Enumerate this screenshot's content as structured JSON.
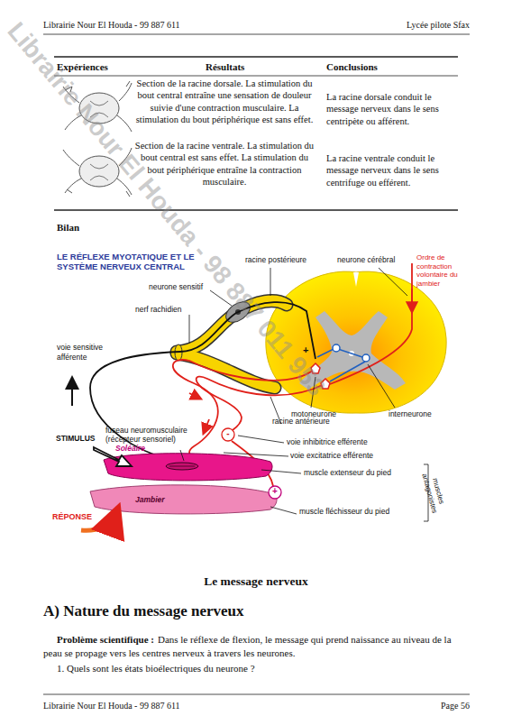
{
  "diagram": {
    "title": "Le message nerveux",
    "labels": [
      "Librairie Nour El Houda - 99 887 611",
      "Lycée pilote Sfax",
      "Expériences",
      "Résultats",
      "Conclusions",
      "Section de la racine dorsale. La stimulation du bout central entraîne une sensation de douleur suivie d'une contraction musculaire. La stimulation du bout périphérique est sans effet.",
      "La racine dorsale conduit le message nerveux dans le sens centripète ou afférent.",
      "Section de la racine ventrale. La stimulation du bout central est sans effet. La stimulation du bout périphérique entraîne la contraction musculaire.",
      "La racine ventrale conduit le message nerveux dans le sens centrifuge ou efférent.",
      "Bilan",
      "LE RÉFLEXE MYOTATIQUE ET LE SYSTÈME NERVEUX CENTRAL",
      "racine postérieure",
      "neurone cérébral",
      "Ordre de contraction volontaire du jambier",
      "neurone sensitif",
      "nerf rachidien",
      "voie sensitive afférente",
      "+",
      "-",
      "motoneurone",
      "interneurone",
      "racine antérieure",
      "fuseau neuromusculaire (récepteur sensoriel)",
      "STIMULUS",
      "voie inhibitrice efférente",
      "voie excitatrice efférente",
      "muscle extenseur du pied",
      "Soléaire",
      "muscles antagonistes",
      "+",
      "Jambier",
      "muscle fléchisseur du pied",
      "RÉPONSE",
      "A) Nature du message nerveux",
      "Problème scientifique :",
      "Dans le réflexe de flexion, le message qui prend naissance au niveau de la peau se propage vers les centres nerveux à travers les neurones.",
      "1. Quels sont les états bioélectriques du neurone ?",
      "Librairie Nour El Houda - 99 887 611",
      "Page 56",
      "Librairie Nour El Houda - 98 887 011 953"
    ]
  }
}
